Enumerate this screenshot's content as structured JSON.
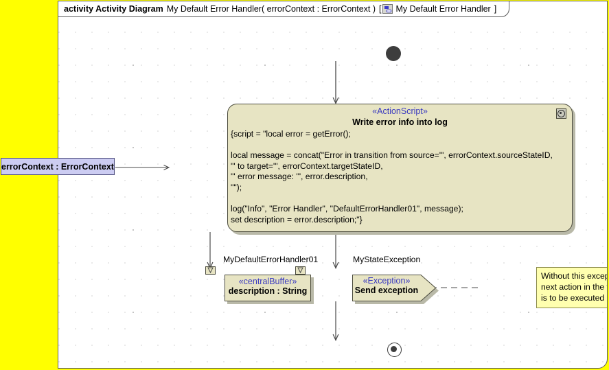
{
  "canvas": {
    "background_color": "#ffff00",
    "frame_background": "#ffffff"
  },
  "frame": {
    "keyword": "activity Activity Diagram",
    "name": "My Default Error Handler",
    "parameters": "( errorContext : ErrorContext )",
    "bracket_open": "[",
    "icon": "activity-diagram-icon",
    "owner": "My Default Error Handler",
    "bracket_close": "]"
  },
  "nodes": {
    "initial": {
      "name": "initial-node",
      "shape": "filled-circle",
      "color": "#3d3d3d"
    },
    "action": {
      "stereotype": "«ActionScript»",
      "name": "Write error info into log",
      "icon": "script-icon",
      "fill": "#e7e4c3",
      "body": "{script = \"local error = getError();\n\nlocal message = concat(\"Error in transition from source='\", errorContext.sourceStateID,\n\"' to target='\", errorContext.targetStateID,\n\"' error message: '\", error.description,\n\"\");\n\nlog(\"Info\", \"Error Handler\", \"DefaultErrorHandler01\", message);\nset description = error.description;\"}"
    },
    "parameter": {
      "label": "errorContext : ErrorContext",
      "fill": "#ccccf2"
    },
    "buffer": {
      "stereotype": "«centralBuffer»",
      "name": "description : String",
      "fill": "#e7e4c3"
    },
    "exception": {
      "stereotype": "«Exception»",
      "name": "Send exception",
      "fill": "#e7e4c3"
    },
    "final": {
      "name": "activity-final-node",
      "shape": "circle-with-dot"
    },
    "note": {
      "text": "Without this exception, the next action in the transition is to be executed",
      "fill": "#ffffaf"
    }
  },
  "edge_labels": {
    "buffer_pin": "MyDefaultErrorHandler01",
    "exception_pin": "MyStateException"
  },
  "pins": [
    {
      "name": "pin-buffer-input"
    },
    {
      "name": "pin-exception-input"
    }
  ],
  "colors": {
    "stereotype_text": "#3b3bbf",
    "node_fill": "#e7e4c3",
    "node_border": "#4a4a3c",
    "shadow": "#b9b9a8",
    "connector": "#4a4a4a"
  }
}
